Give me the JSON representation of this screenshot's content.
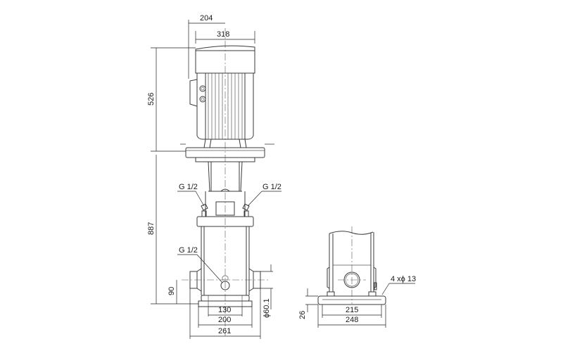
{
  "drawing": {
    "type": "pump dimensional drawing",
    "views": [
      "front-view",
      "side-view"
    ]
  },
  "dimensions": {
    "motor_offset_width": "204",
    "motor_width": "318",
    "motor_height": "526",
    "pump_height": "887",
    "port_height": "90",
    "port_diameter": "ϕ60.1",
    "base_inner_width": "130",
    "base_mid_width": "200",
    "base_outer_width": "261",
    "side_base_height": "26",
    "side_base_inner_width": "215",
    "side_base_outer_width": "248",
    "mount_holes": "4 xϕ 13"
  },
  "callouts": {
    "vent_left": "G 1/2",
    "vent_right": "G 1/2",
    "drain": "G 1/2"
  }
}
